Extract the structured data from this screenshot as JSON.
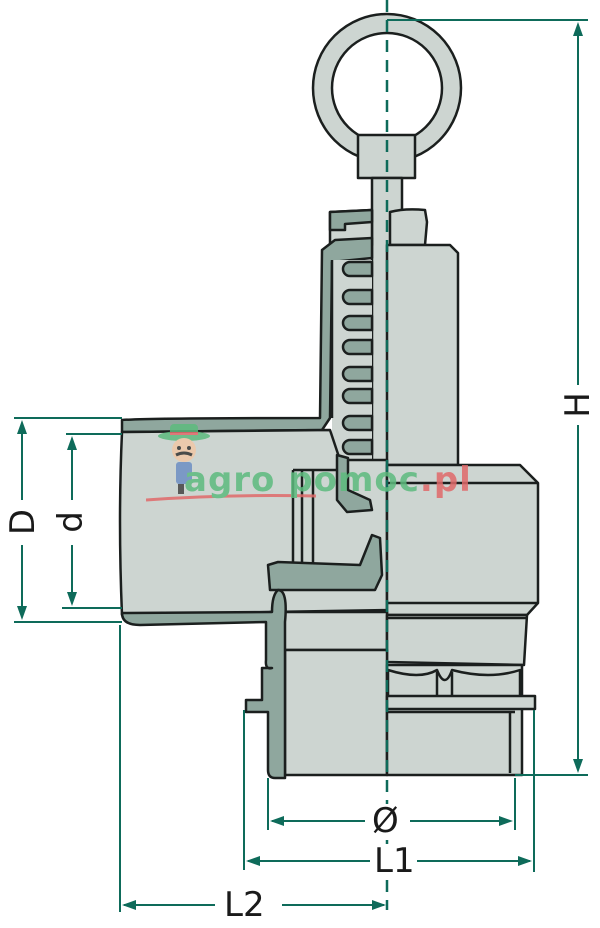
{
  "diagram": {
    "subject": "Pressure relief valve with lifting eye, sectional view",
    "dimensions": {
      "H": "H",
      "D": "D",
      "d": "d",
      "diameter": "Ø",
      "L1": "L1",
      "L2": "L2"
    },
    "watermark": {
      "part1": "agro",
      "part2": "pomoc",
      "part3": ".pl"
    },
    "colors": {
      "dimension_line": "#0e6b5a",
      "body_fill": "#cdd5d1",
      "section_fill": "#8fa79e",
      "outline": "#1b1f1e",
      "centerline": "#0e6b5a"
    }
  }
}
